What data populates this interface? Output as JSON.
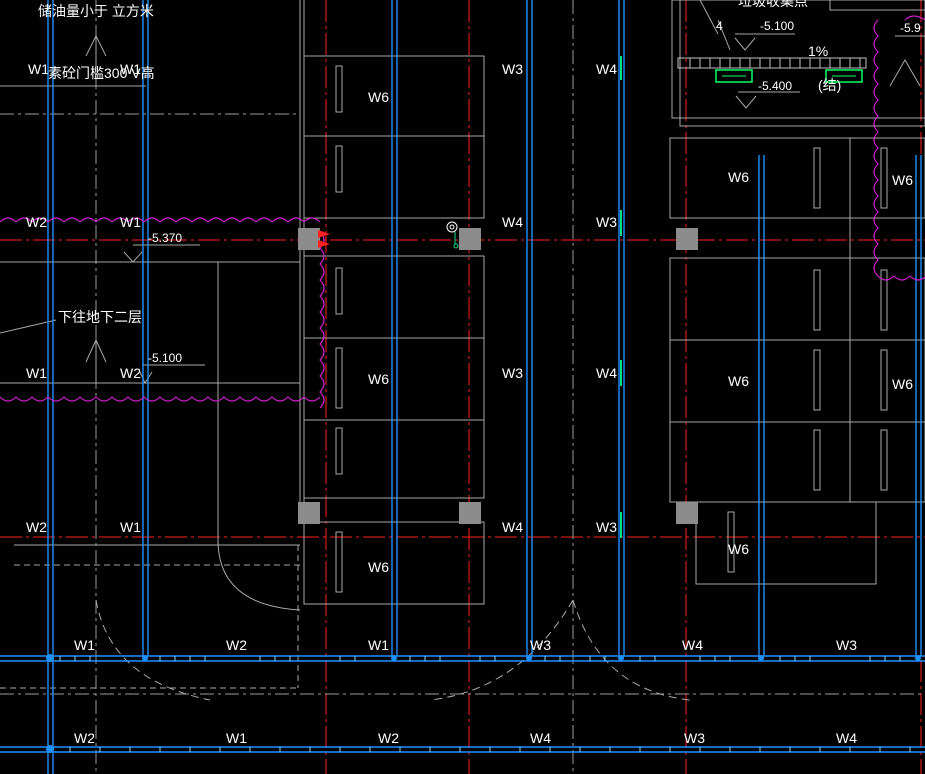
{
  "canvas": {
    "background": "#000000"
  },
  "colors": {
    "pipe": "#1e90ff",
    "pipe_light": "#8fd3ff",
    "axis": "#ff2020",
    "cloud": "#d020d0",
    "wall": "#bfbfbf",
    "column": "#909090",
    "equipment": "#00ff66",
    "text": "#ffffff"
  },
  "notes": {
    "storage_capacity": "储油量小于  立方米",
    "door_note": "素砼门槛300  V高",
    "down_to_b2": "下往地下二层",
    "slope": "1%",
    "knot": "(结)",
    "top_label": "垃圾收集点",
    "detail_mark": "4"
  },
  "elevations": {
    "e1": "-5.370",
    "e2": "-5.100",
    "e3": "-5.100",
    "e4": "-5.400",
    "e5": "-5.9"
  },
  "wall_labels": [
    "W1",
    "W1",
    "W3",
    "W4",
    "W6",
    "W2",
    "W1",
    "W4",
    "W3",
    "W6",
    "W6",
    "W1",
    "W2",
    "W6",
    "W3",
    "W4",
    "W6",
    "W6",
    "W2",
    "W1",
    "W4",
    "W3",
    "W6",
    "W6",
    "W1",
    "W2",
    "W1",
    "W3",
    "W4",
    "W3",
    "W2",
    "W1",
    "W2",
    "W4",
    "W3",
    "W4"
  ]
}
